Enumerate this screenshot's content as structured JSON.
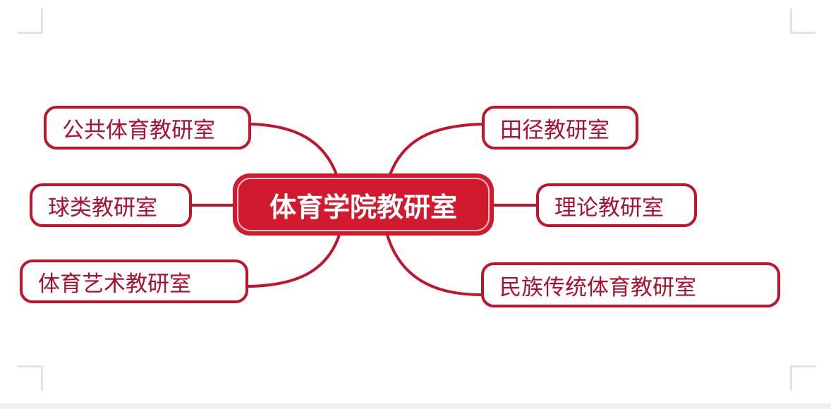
{
  "center": {
    "label": "体育学院教研室"
  },
  "left_nodes": [
    {
      "label": "公共体育教研室"
    },
    {
      "label": "球类教研室"
    },
    {
      "label": "体育艺术教研室"
    }
  ],
  "right_nodes": [
    {
      "label": "田径教研室"
    },
    {
      "label": "理论教研室"
    },
    {
      "label": "民族传统体育教研室"
    }
  ],
  "colors": {
    "accent": "#c0142e",
    "text": "#a8122f",
    "center_fill": "#d11a2e"
  }
}
